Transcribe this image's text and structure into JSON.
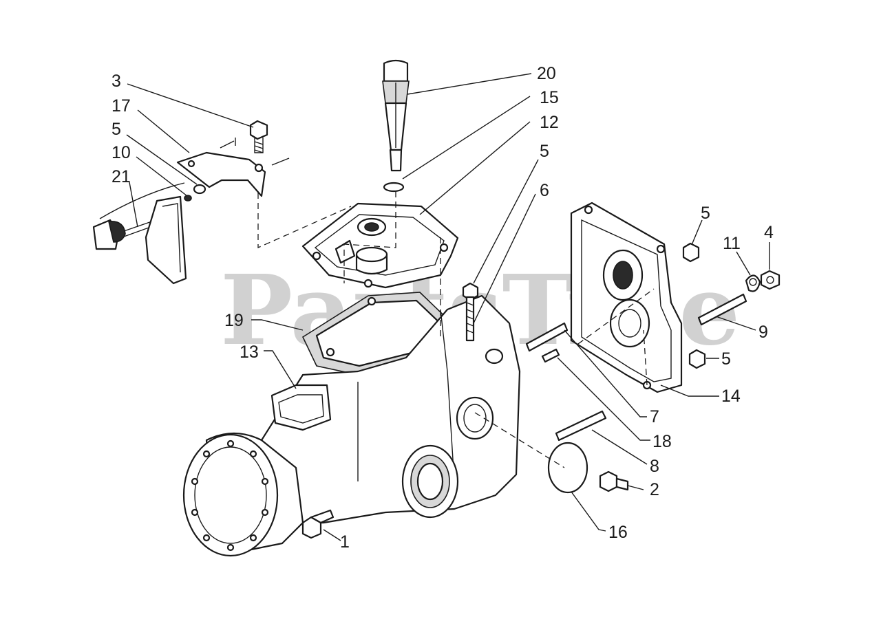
{
  "watermark": {
    "text": "PartsTree"
  },
  "callouts": [
    "20",
    "15",
    "12",
    "5",
    "6",
    "3",
    "17",
    "5",
    "10",
    "21",
    "5",
    "11",
    "4",
    "9",
    "5",
    "14",
    "7",
    "18",
    "8",
    "2",
    "16",
    "1",
    "13",
    "19"
  ]
}
